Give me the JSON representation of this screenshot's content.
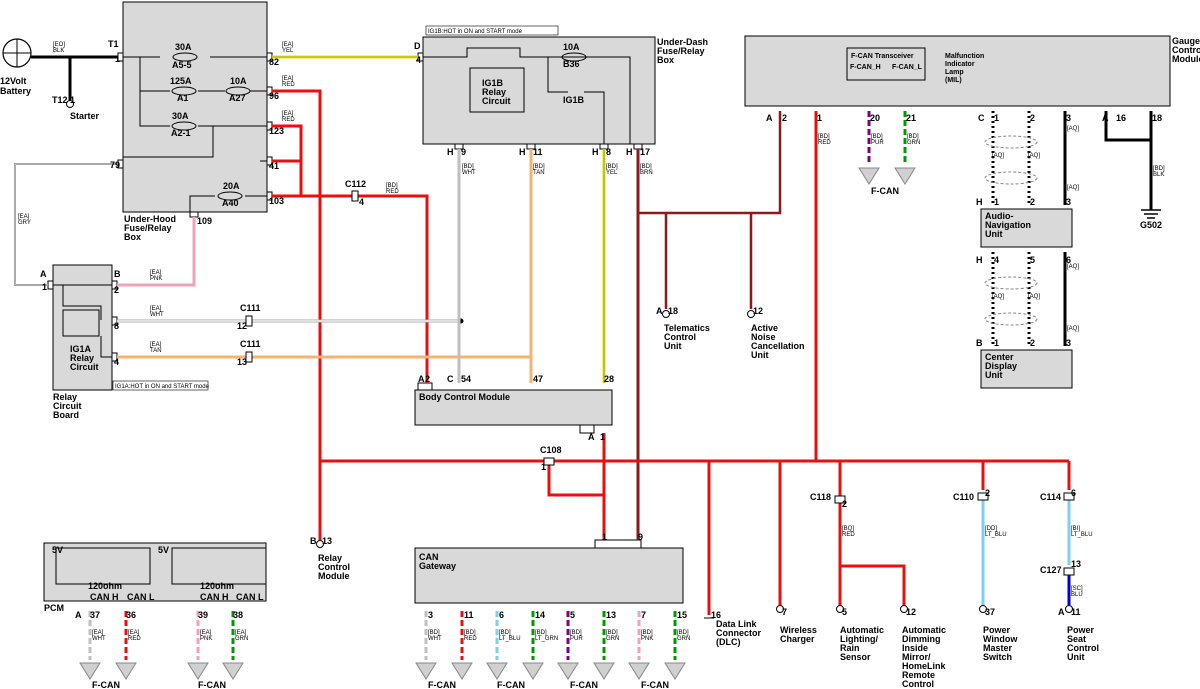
{
  "battery": {
    "label1": "12Volt",
    "label2": "Battery"
  },
  "starter": {
    "label": "Starter",
    "term": "T12",
    "pin": "1"
  },
  "t1": {
    "term": "T1",
    "pin": "1"
  },
  "wire_eo": {
    "code": "[EO]",
    "color": "BLK"
  },
  "uh_box": {
    "name1": "Under-Hood",
    "name2": "Fuse/Relay",
    "name3": "Box",
    "fuses": [
      {
        "rating": "30A",
        "id": "A5-5"
      },
      {
        "rating": "125A",
        "id": "A1"
      },
      {
        "rating": "10A",
        "id": "A27"
      },
      {
        "rating": "30A",
        "id": "A2-1"
      },
      {
        "rating": "20A",
        "id": "A40"
      }
    ],
    "pins": [
      "82",
      "96",
      "123",
      "41",
      "103",
      "79",
      "109"
    ]
  },
  "ud_box": {
    "name1": "Under-Dash",
    "name2": "Fuse/Relay",
    "name3": "Box",
    "note": "IG1B:HOT in ON and START mode",
    "relay1": "IG1B",
    "relay2": "Relay",
    "relay3": "Circuit",
    "fuse_rating": "10A",
    "fuse_id": "B36",
    "ig1b": "IG1B",
    "conn_d": "D",
    "pin_d": "4",
    "pins": [
      {
        "conn": "H",
        "pin": "9"
      },
      {
        "conn": "H",
        "pin": "11"
      },
      {
        "conn": "H",
        "pin": "8"
      },
      {
        "conn": "H",
        "pin": "17"
      }
    ]
  },
  "relay_board": {
    "name1": "Relay",
    "name2": "Circuit",
    "name3": "Board",
    "relay1": "IG1A",
    "relay2": "Relay",
    "relay3": "Circuit",
    "note": "IG1A:HOT in ON and START mode",
    "conn_a": "A",
    "pin_a": "1",
    "conn_b": "B",
    "pins": [
      "2",
      "8",
      "4"
    ]
  },
  "gauge": {
    "name1": "Gauge",
    "name2": "Control",
    "name3": "Module",
    "transceiver": "F-CAN Transceiver",
    "fcan_h": "F-CAN_H",
    "fcan_l": "F-CAN_L",
    "mil1": "Malfunction",
    "mil2": "Indicator",
    "mil3": "Lamp",
    "mil4": "(MIL)",
    "pins": [
      {
        "conn": "A",
        "pin": "2"
      },
      {
        "conn": "",
        "pin": "1"
      },
      {
        "conn": "",
        "pin": "20"
      },
      {
        "conn": "",
        "pin": "21"
      },
      {
        "conn": "C",
        "pin": "1"
      },
      {
        "conn": "",
        "pin": "2"
      },
      {
        "conn": "",
        "pin": "3"
      },
      {
        "conn": "A",
        "pin": "16"
      },
      {
        "conn": "",
        "pin": "18"
      }
    ]
  },
  "audio_nav": {
    "name1": "Audio-",
    "name2": "Navigation",
    "name3": "Unit",
    "conn1": "H",
    "conn2": "H",
    "pins": [
      "1",
      "2",
      "3",
      "4",
      "5",
      "6"
    ]
  },
  "center_disp": {
    "name1": "Center",
    "name2": "Display",
    "name3": "Unit",
    "conn": "B",
    "pins": [
      "1",
      "2",
      "3"
    ]
  },
  "bcm": {
    "name": "Body Control Module",
    "conn_a": "A",
    "conn_c": "C",
    "pins": [
      "2",
      "54",
      "47",
      "28"
    ],
    "bottom_conn": "A",
    "bottom_pin": "1"
  },
  "can_gw": {
    "name1": "CAN",
    "name2": "Gateway",
    "top_pins": [
      "1",
      "9"
    ],
    "pins": [
      "3",
      "11",
      "6",
      "14",
      "5",
      "13",
      "7",
      "15"
    ]
  },
  "pcm": {
    "name": "PCM",
    "v1": "5V",
    "v2": "5V",
    "ohm1": "120ohm",
    "ohm2": "120ohm",
    "canh1": "CAN H",
    "canl1": "CAN L",
    "canh2": "CAN H",
    "canl2": "CAN L",
    "conn": "A",
    "pins": [
      "37",
      "36",
      "39",
      "38"
    ]
  },
  "connectors": {
    "c112": "C112",
    "c112_pin": "4",
    "c111": "C111",
    "c111_pin1": "12",
    "c111_pin2": "13",
    "c108": "C108",
    "c108_pin": "1",
    "c118": "C118",
    "c118_pin": "2",
    "c110": "C110",
    "c110_pin": "2",
    "c114": "C114",
    "c114_pin": "6",
    "c127": "C127",
    "c127_pin": "13"
  },
  "wires": {
    "yel": {
      "code": "[EA]",
      "color": "YEL"
    },
    "red96": {
      "code": "[EA]",
      "color": "RED"
    },
    "red123": {
      "code": "[EA]",
      "color": "RED"
    },
    "gry": {
      "code": "[EA]",
      "color": "GRY"
    },
    "pnk": {
      "code": "[EA]",
      "color": "PNK"
    },
    "wht": {
      "code": "[EA]",
      "color": "WHT"
    },
    "tan": {
      "code": "[EA]",
      "color": "TAN"
    },
    "bd_red": {
      "code": "[BD]",
      "color": "RED"
    },
    "bd_wht": {
      "code": "[BD]",
      "color": "WHT"
    },
    "bd_tan": {
      "code": "[BD]",
      "color": "TAN"
    },
    "bd_yel": {
      "code": "[BD]",
      "color": "YEL"
    },
    "bd_brn": {
      "code": "[BD]",
      "color": "BRN"
    },
    "g_red": {
      "code": "[BD]",
      "color": "RED"
    },
    "g_pur": {
      "code": "[BD]",
      "color": "PUR"
    },
    "g_grn": {
      "code": "[BD]",
      "color": "GRN"
    },
    "g_blk": {
      "code": "[BD]",
      "color": "BLK"
    },
    "aq": "[AQ]",
    "c118_wire": {
      "code": "[BQ]",
      "color": "RED"
    },
    "c110_wire": {
      "code": "[DD]",
      "color": "LT_BLU"
    },
    "c114_wire": {
      "code": "[BI]",
      "color": "LT_BLU"
    },
    "c127_wire": {
      "code": "[SC]",
      "color": "BLU"
    }
  },
  "loads": {
    "telematics": {
      "conn": "A",
      "pin": "18",
      "l1": "Telematics",
      "l2": "Control",
      "l3": "Unit"
    },
    "anc": {
      "pin": "12",
      "l1": "Active",
      "l2": "Noise",
      "l3": "Cancellation",
      "l4": "Unit"
    },
    "relay_ctrl": {
      "conn": "B",
      "pin": "13",
      "l1": "Relay",
      "l2": "Control",
      "l3": "Module"
    },
    "dlc": {
      "pin": "16",
      "l1": "Data Link",
      "l2": "Connector",
      "l3": "(DLC)"
    },
    "wireless": {
      "pin": "7",
      "l1": "Wireless",
      "l2": "Charger"
    },
    "lighting": {
      "pin": "5",
      "l1": "Automatic",
      "l2": "Lighting/",
      "l3": "Rain",
      "l4": "Sensor"
    },
    "dimming": {
      "pin": "12",
      "l1": "Automatic",
      "l2": "Dimming",
      "l3": "Inside",
      "l4": "Mirror/",
      "l5": "HomeLink",
      "l6": "Remote",
      "l7": "Control"
    },
    "pwr_window": {
      "pin": "37",
      "l1": "Power",
      "l2": "Window",
      "l3": "Master",
      "l4": "Switch"
    },
    "pwr_seat": {
      "conn": "A",
      "pin": "11",
      "l1": "Power",
      "l2": "Seat",
      "l3": "Control",
      "l4": "Unit"
    }
  },
  "ground": {
    "name": "G502"
  },
  "fcan_labels": [
    "F-CAN",
    "F-CAN",
    "F-CAN",
    "F-CAN",
    "F-CAN",
    "F-CAN",
    "F-CAN"
  ],
  "pcm_wires": [
    {
      "code": "[EA]",
      "color": "WHT"
    },
    {
      "code": "[EA]",
      "color": "RED"
    },
    {
      "code": "[EA]",
      "color": "PNK"
    },
    {
      "code": "[EA]",
      "color": "GRN"
    }
  ],
  "gw_wires": [
    {
      "code": "[BD]",
      "color": "WHT"
    },
    {
      "code": "[BD]",
      "color": "RED"
    },
    {
      "code": "[BD]",
      "color": "LT_BLU"
    },
    {
      "code": "[BD]",
      "color": "LT_GRN"
    },
    {
      "code": "[BD]",
      "color": "PUR"
    },
    {
      "code": "[BD]",
      "color": "GRN"
    },
    {
      "code": "[BD]",
      "color": "PNK"
    },
    {
      "code": "[BD]",
      "color": "GRN"
    }
  ],
  "colors": {
    "red": "#e8100f",
    "yellow": "#e6e600",
    "pink": "#f5a0b8",
    "tan": "#f5b271",
    "brown": "#8b1a1a",
    "white_wire": "#bfbfbf",
    "purple": "#800080",
    "green": "#009900",
    "lt_blue": "#7fd0ee",
    "blue": "#0000cc",
    "box_fill": "#d9d9d9"
  }
}
